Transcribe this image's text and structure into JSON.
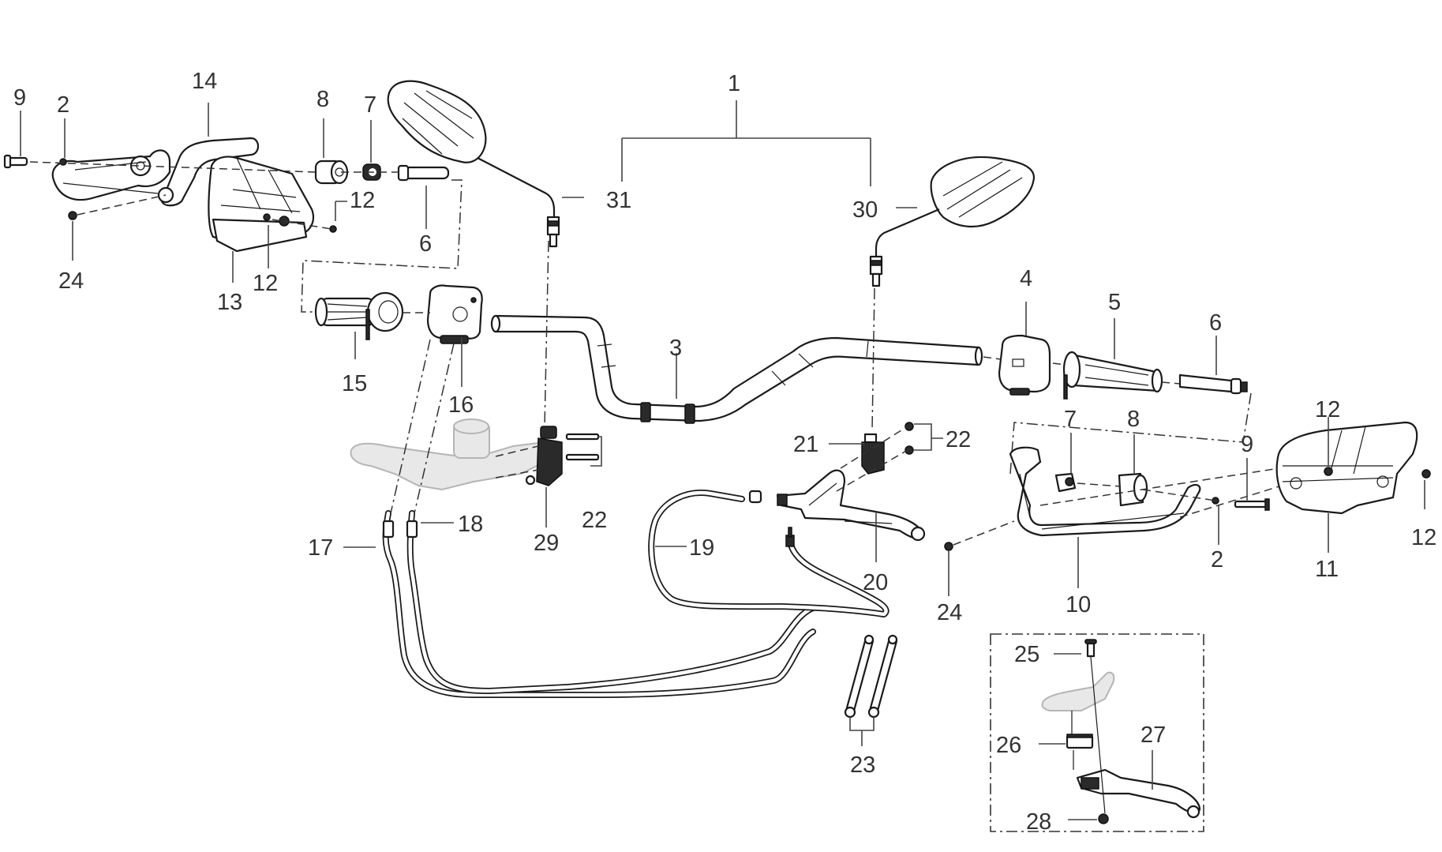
{
  "diagram": {
    "type": "exploded-parts-diagram",
    "subject": "Motorcycle handlebar assembly",
    "label_color": "#333333",
    "line_color": "#1a1a1a",
    "ghost_color": "#b5b5b5",
    "callouts": [
      {
        "id": "c1",
        "label": "1",
        "part": "mirror-set"
      },
      {
        "id": "c2a",
        "label": "2",
        "part": "washer-left"
      },
      {
        "id": "c2b",
        "label": "2",
        "part": "washer-right"
      },
      {
        "id": "c3",
        "label": "3",
        "part": "handlebar"
      },
      {
        "id": "c4",
        "label": "4",
        "part": "right-switch-housing"
      },
      {
        "id": "c5",
        "label": "5",
        "part": "throttle-grip"
      },
      {
        "id": "c6a",
        "label": "6",
        "part": "bar-end-insert-left"
      },
      {
        "id": "c6b",
        "label": "6",
        "part": "bar-end-insert-right"
      },
      {
        "id": "c7a",
        "label": "7",
        "part": "nut-left"
      },
      {
        "id": "c7b",
        "label": "7",
        "part": "nut-right"
      },
      {
        "id": "c8a",
        "label": "8",
        "part": "spacer-left"
      },
      {
        "id": "c8b",
        "label": "8",
        "part": "spacer-right"
      },
      {
        "id": "c9a",
        "label": "9",
        "part": "bolt-left"
      },
      {
        "id": "c9b",
        "label": "9",
        "part": "bolt-right"
      },
      {
        "id": "c10",
        "label": "10",
        "part": "right-handguard-bracket"
      },
      {
        "id": "c11",
        "label": "11",
        "part": "right-handguard-shell"
      },
      {
        "id": "c12a",
        "label": "12",
        "part": "screw-left-a"
      },
      {
        "id": "c12b",
        "label": "12",
        "part": "screw-left-b"
      },
      {
        "id": "c12c",
        "label": "12",
        "part": "screw-right-a"
      },
      {
        "id": "c12d",
        "label": "12",
        "part": "screw-right-b"
      },
      {
        "id": "c13",
        "label": "13",
        "part": "left-handguard-shell"
      },
      {
        "id": "c14",
        "label": "14",
        "part": "left-handguard-bracket"
      },
      {
        "id": "c15",
        "label": "15",
        "part": "left-grip"
      },
      {
        "id": "c16",
        "label": "16",
        "part": "left-switch-housing"
      },
      {
        "id": "c17",
        "label": "17",
        "part": "throttle-cable-a"
      },
      {
        "id": "c18",
        "label": "18",
        "part": "throttle-cable-b"
      },
      {
        "id": "c19",
        "label": "19",
        "part": "clutch-cable"
      },
      {
        "id": "c20",
        "label": "20",
        "part": "clutch-lever-assembly"
      },
      {
        "id": "c21",
        "label": "21",
        "part": "clutch-clamp"
      },
      {
        "id": "c22a",
        "label": "22",
        "part": "clamp-bolts-left"
      },
      {
        "id": "c22b",
        "label": "22",
        "part": "clamp-bolts-right"
      },
      {
        "id": "c23",
        "label": "23",
        "part": "cable-sleeves"
      },
      {
        "id": "c24a",
        "label": "24",
        "part": "nut-handguard-left"
      },
      {
        "id": "c24b",
        "label": "24",
        "part": "nut-handguard-right"
      },
      {
        "id": "c25",
        "label": "25",
        "part": "pivot-bolt"
      },
      {
        "id": "c26",
        "label": "26",
        "part": "clutch-switch"
      },
      {
        "id": "c27",
        "label": "27",
        "part": "clutch-lever"
      },
      {
        "id": "c28",
        "label": "28",
        "part": "pivot-nut"
      },
      {
        "id": "c29",
        "label": "29",
        "part": "brake-clamp"
      },
      {
        "id": "c30",
        "label": "30",
        "part": "right-mirror"
      },
      {
        "id": "c31",
        "label": "31",
        "part": "left-mirror"
      }
    ]
  }
}
